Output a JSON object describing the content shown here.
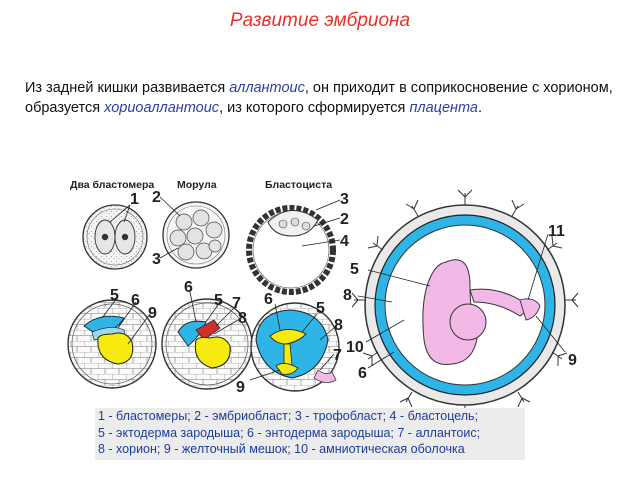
{
  "title": "Развитие эмбриона",
  "paragraph": {
    "p1": "Из задней кишки развивается ",
    "t1": "аллантоис",
    "p2": ", он приходит в соприкосновение с хорионом, образуется ",
    "t2": "хориоаллантоис",
    "p3": ", из которого сформируется ",
    "t3": "плацента",
    "p4": "."
  },
  "figure": {
    "captions": {
      "two_blastomeres": "Два бластомера",
      "morula": "Морула",
      "blastocyst": "Бластоциста"
    },
    "labels": {
      "n1": "1",
      "n2": "2",
      "n3": "3",
      "n4": "4",
      "n5": "5",
      "n6": "6",
      "n7": "7",
      "n8": "8",
      "n9": "9",
      "n10": "10",
      "n11": "11"
    },
    "colors": {
      "cavity": "#2fb4e8",
      "yolk_sac": "#f6ea0f",
      "embryo": "#f3b9e6",
      "outline": "#333333"
    }
  },
  "legend": [
    "1 - бластомеры; 2 - эмбриобласт; 3 - трофобласт; 4 - бластоцель;",
    "5 - эктодерма зародыша; 6 - энтодерма зародыша; 7 - аллантоис;",
    "8 - хорион; 9 - желточный мешок; 10 - амниотическая оболочка"
  ]
}
